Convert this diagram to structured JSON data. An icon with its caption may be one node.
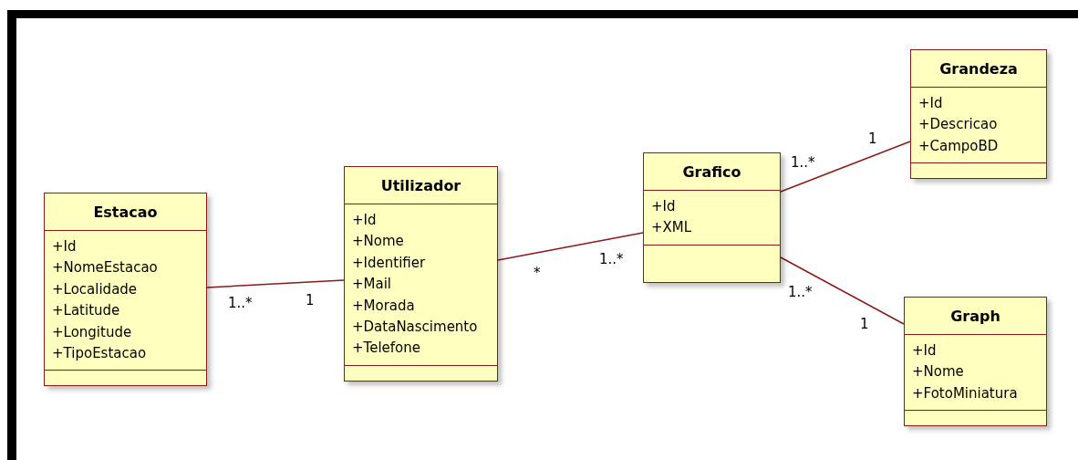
{
  "diagram": {
    "nodes": [
      {
        "text": [
          "Estacao",
          "+Id",
          "+NomeEstacao",
          "+Localidade",
          "+Latitude",
          "+Longitude",
          "+TipoEstacao"
        ]
      },
      {
        "text": [
          "Utilizador",
          "+Id",
          "+Nome",
          "+Identifier",
          "+Mail",
          "+Morada",
          "+DataNascimento",
          "+Telefone"
        ]
      },
      {
        "text": [
          "Grafico",
          "+Id",
          "+XML"
        ]
      },
      {
        "text": [
          "Grandeza",
          "+Id",
          "+Descricao",
          "+CampoBD"
        ]
      },
      {
        "text": [
          "Graph",
          "+Id",
          "+Nome",
          "+FotoMiniatura"
        ]
      }
    ],
    "edges": [
      {
        "from": 0,
        "to": 1,
        "arrow": "none"
      },
      {
        "from": 1,
        "to": 2,
        "arrow": "none"
      },
      {
        "from": 2,
        "to": 3,
        "arrow": "none"
      },
      {
        "from": 2,
        "to": 4,
        "arrow": "none"
      }
    ],
    "labels": [
      "1..*",
      "1",
      "*",
      "1..*",
      "1..*",
      "1",
      "1..*",
      "1"
    ]
  }
}
